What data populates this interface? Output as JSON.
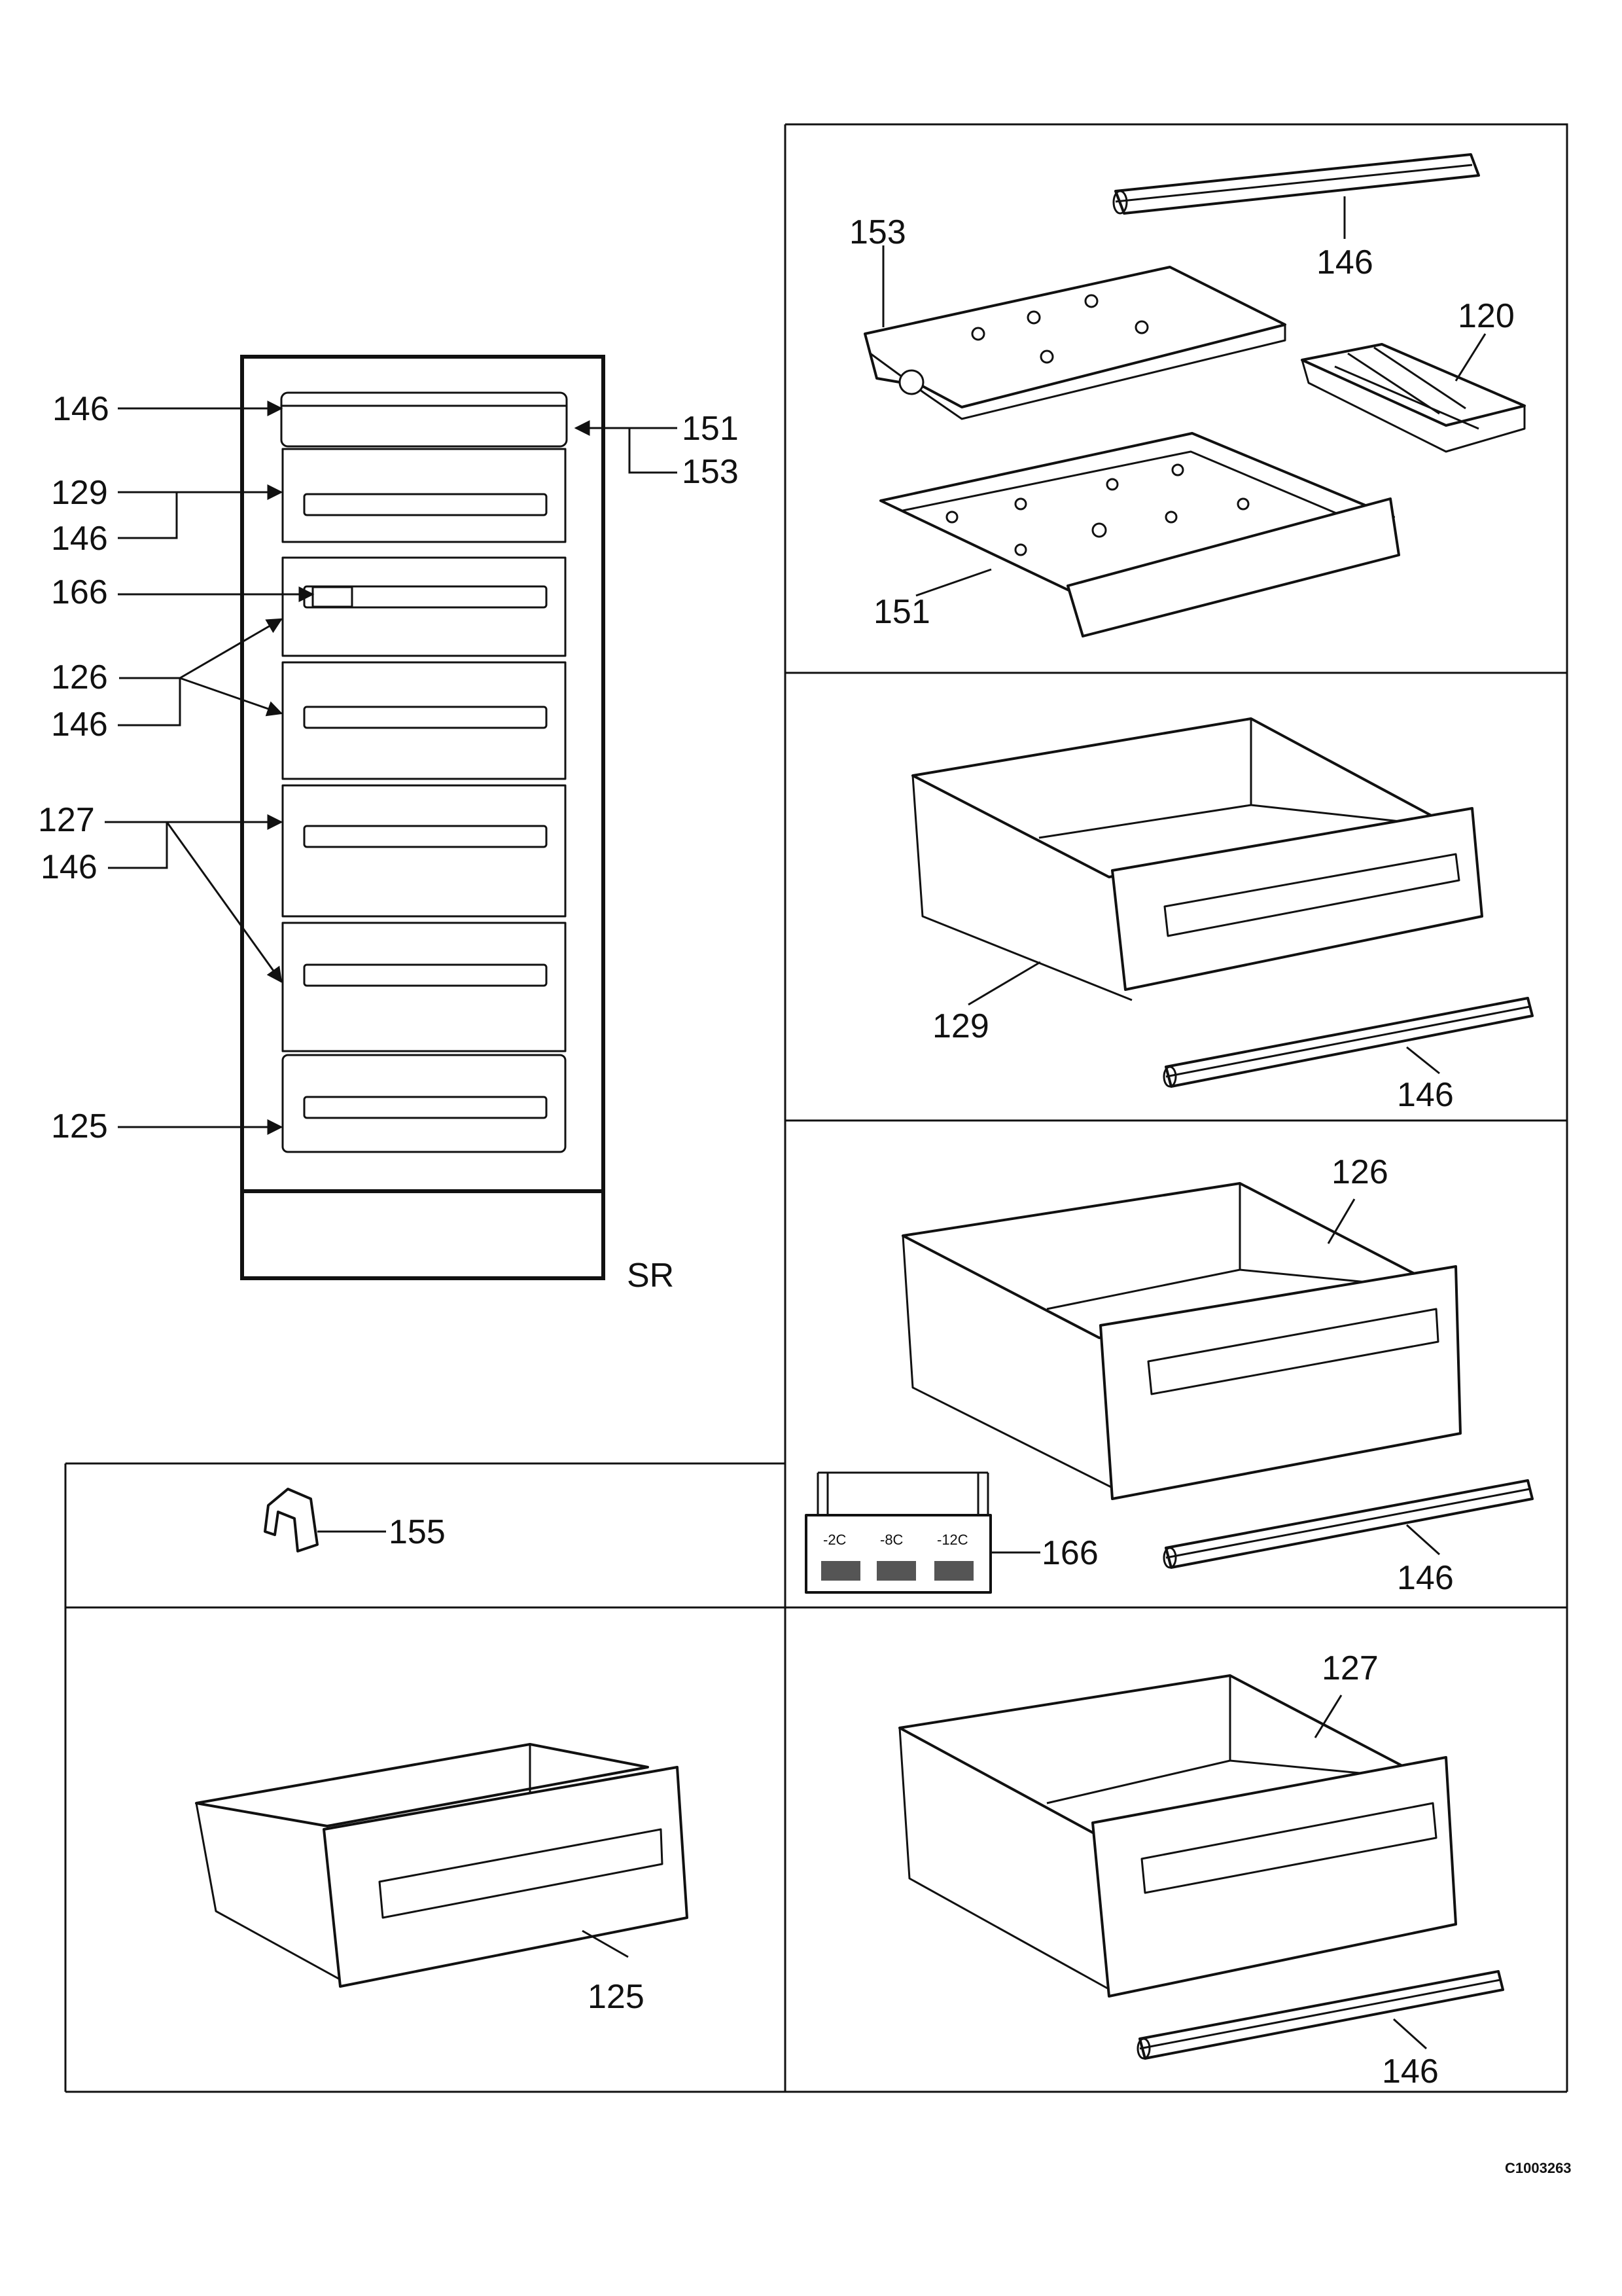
{
  "diagram": {
    "cabinet_label": "SR",
    "drawing_code": "C1003263",
    "overview_callouts": {
      "c146_top": "146",
      "c151": "151",
      "c153": "153",
      "c129": "129",
      "c146_b": "146",
      "c166": "166",
      "c126": "126",
      "c146_c": "146",
      "c127": "127",
      "c146_d": "146",
      "c125": "125"
    },
    "part_labels": {
      "rail_top": "146",
      "tray_153": "153",
      "ice_tray": "120",
      "tray_151": "151",
      "drawer_129": "129",
      "rail_129": "146",
      "drawer_126": "126",
      "rail_126": "146",
      "clip": "155",
      "indicator": "166",
      "drawer_125": "125",
      "drawer_127": "127",
      "rail_127": "146"
    },
    "indicator_temps": [
      "-2C",
      "-8C",
      "-12C"
    ]
  }
}
